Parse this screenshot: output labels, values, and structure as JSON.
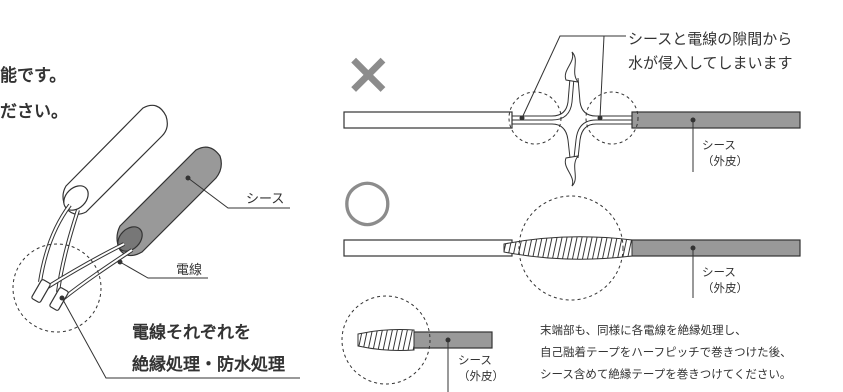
{
  "intro": {
    "line1": "能です。",
    "line2": "ださい。"
  },
  "left_figure": {
    "sheath_label": "シース",
    "wire_label": "電線",
    "note_line1": "電線それぞれを",
    "note_line2": "絶縁処理・防水処理"
  },
  "bad_example": {
    "mark": "×",
    "callout_line1": "シースと電線の隙間から",
    "callout_line2": "水が侵入してしまいます",
    "sheath_label_line1": "シース",
    "sheath_label_line2": "（外皮）"
  },
  "good_example": {
    "mark": "○",
    "sheath_label_line1": "シース",
    "sheath_label_line2": "（外皮）"
  },
  "end_example": {
    "sheath_label_line1": "シース",
    "sheath_label_line2": "（外皮）",
    "note_line1": "末端部も、同様に各電線を絶縁処理し、",
    "note_line2": "自己融着テープをハーフピッチで巻きつけた後、",
    "note_line3": "シース含めて絶縁テープを巻きつけてください。"
  },
  "colors": {
    "sheath_gray": "#999999",
    "mark_gray": "#8c8c8c",
    "line": "#333333"
  }
}
